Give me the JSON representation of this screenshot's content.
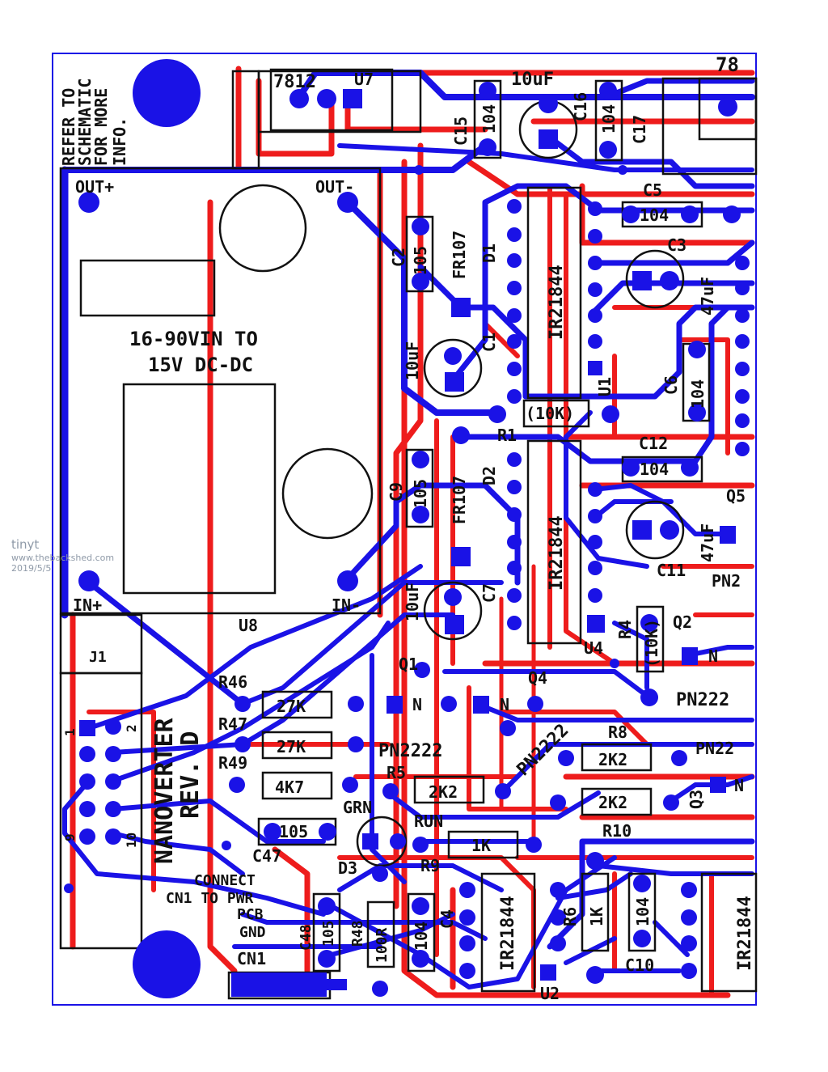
{
  "watermark": {
    "brand": "tinyt",
    "url": "www.thebackshed.com",
    "date": "2019/5/5"
  },
  "colors": {
    "top_copper": "#ee1c1c",
    "bottom_copper": "#1a12e6",
    "silkscreen": "#111111"
  },
  "labels": {
    "note_line1": "REFER TO",
    "note_line2": "SCHEMATIC",
    "note_line3": "FOR MORE",
    "note_line4": "INFO.",
    "module_line1": "16-90VIN TO",
    "module_line2": "15V DC-DC",
    "out_plus": "OUT+",
    "out_minus": "OUT-",
    "in_plus": "IN+",
    "in_minus": "IN-",
    "u8": "U8",
    "j1": "J1",
    "board_name": "NANOVERTER",
    "board_rev": "REV. D",
    "reg_7812": "7812",
    "u7": "U7",
    "reg_78": "78",
    "c15": "C15",
    "c15_val": "104",
    "c16": "C16",
    "c16_val": "10uF",
    "c17": "C17",
    "c17_val": "104",
    "c2": "C2",
    "c2_val": "105",
    "d1": "D1",
    "d1_val": "FR107",
    "u1_chip": "IR21844",
    "u1": "U1",
    "c5": "C5",
    "c5_val": "104",
    "c3": "C3",
    "c3_val": "47uF",
    "c1": "C1",
    "c1_val": "10uF",
    "r1": "R1",
    "r1_val": "(10K)",
    "c6": "C6",
    "c6_val": "104",
    "c12": "C12",
    "c12_val": "104",
    "c9": "C9",
    "c9_val": "105",
    "d2": "D2",
    "d2_val": "FR107",
    "u4_chip": "IR21844",
    "u4": "U4",
    "c11": "C11",
    "c11_val": "47uF",
    "c7": "C7",
    "c7_val": "10uF",
    "r4": "R4",
    "r4_val": "(10K)",
    "q2": "Q2",
    "q5": "Q5",
    "pn_q5": "PN2",
    "q1": "Q1",
    "q4": "Q4",
    "n": "N",
    "pn2222": "PN2222",
    "pn222": "PN222",
    "pn22": "PN22",
    "r46": "R46",
    "r47": "R47",
    "r49": "R49",
    "val_27k": "27K",
    "val_4k7": "4K7",
    "r5": "R5",
    "val_2k2": "2K2",
    "r8": "R8",
    "r10": "R10",
    "q3": "Q3",
    "grn": "GRN",
    "run": "RUN",
    "d3": "D3",
    "r9": "R9",
    "val_1k": "1K",
    "c47": "C47",
    "c47_val": "105",
    "connect_line1": "CONNECT",
    "connect_line2": "CN1 TO PWR",
    "connect_line3": "PCB",
    "connect_line4": "GND",
    "cn1": "CN1",
    "c48": "C48",
    "c48_val": "105",
    "r48": "R48",
    "r48_val": "100R",
    "c4": "C4",
    "c4_val": "104",
    "u2_chip": "IR21844",
    "u2": "U2",
    "r6": "R6",
    "r6_val": "1K",
    "c10": "C10",
    "c10_val": "104",
    "u3_chip": "IR21844",
    "pin1": "1",
    "pin2": "2",
    "pin9": "9",
    "pin10": "10"
  }
}
